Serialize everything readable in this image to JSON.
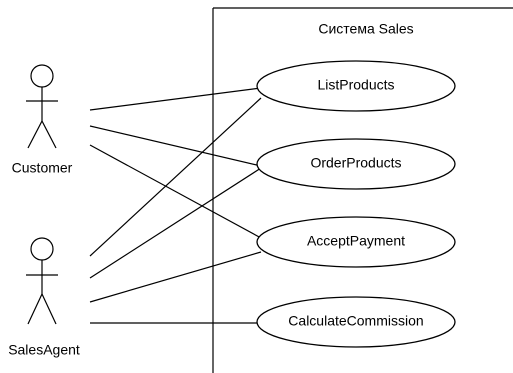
{
  "diagram": {
    "system": {
      "title": "Система Sales"
    },
    "actors": [
      {
        "id": "customer",
        "label": "Customer"
      },
      {
        "id": "sales_agent",
        "label": "SalesAgent"
      }
    ],
    "use_cases": [
      {
        "id": "list_products",
        "label": "ListProducts"
      },
      {
        "id": "order_products",
        "label": "OrderProducts"
      },
      {
        "id": "accept_payment",
        "label": "AcceptPayment"
      },
      {
        "id": "calculate_commission",
        "label": "CalculateCommission"
      }
    ],
    "associations": [
      {
        "actor": "customer",
        "use_case": "list_products"
      },
      {
        "actor": "customer",
        "use_case": "order_products"
      },
      {
        "actor": "customer",
        "use_case": "accept_payment"
      },
      {
        "actor": "sales_agent",
        "use_case": "list_products"
      },
      {
        "actor": "sales_agent",
        "use_case": "order_products"
      },
      {
        "actor": "sales_agent",
        "use_case": "accept_payment"
      },
      {
        "actor": "sales_agent",
        "use_case": "calculate_commission"
      }
    ]
  }
}
